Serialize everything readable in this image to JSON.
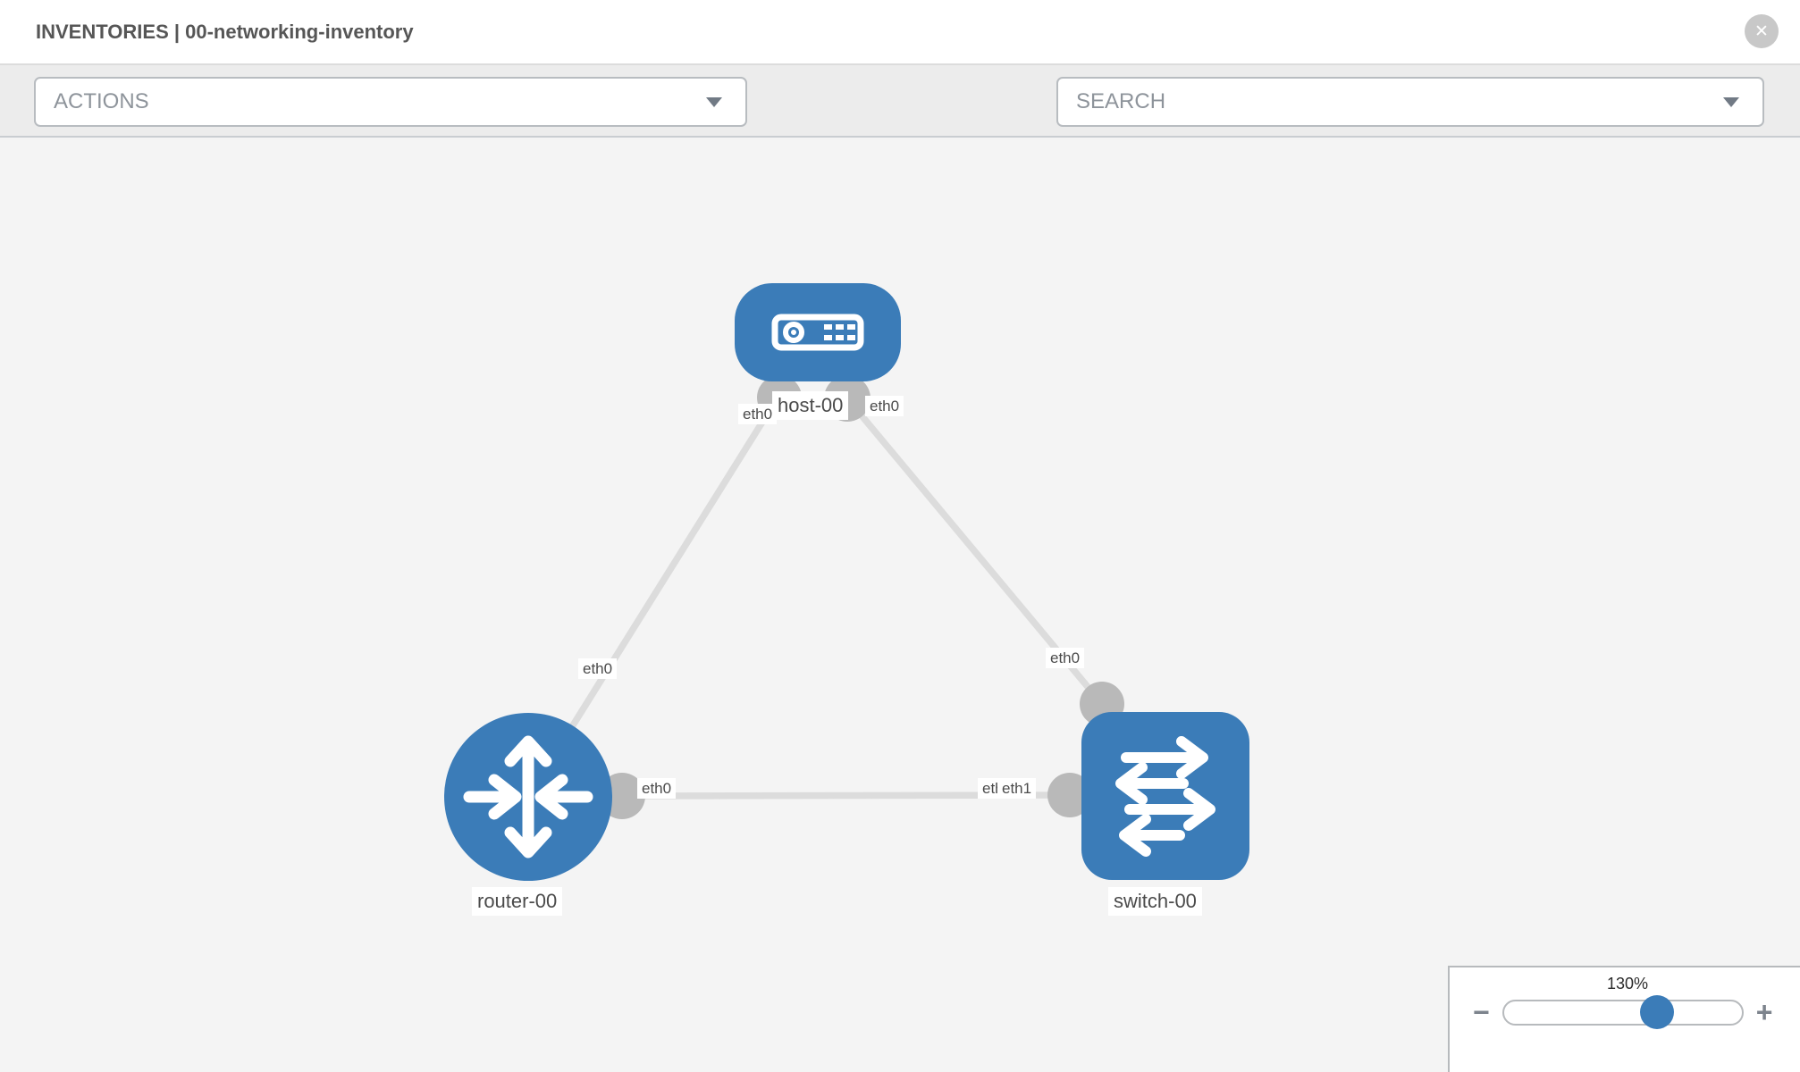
{
  "header": {
    "title": "INVENTORIES | 00-networking-inventory"
  },
  "toolbar": {
    "actions_label": "ACTIONS",
    "search_label": "SEARCH"
  },
  "icons": {
    "close": "✕",
    "dropdown_caret": "triangle-down",
    "wrench": "wrench",
    "key": "key",
    "minus": "−",
    "plus": "+"
  },
  "topology": {
    "nodes": [
      {
        "id": "host-00",
        "label": "host-00",
        "type": "host",
        "shape": "rounded-rect"
      },
      {
        "id": "router-00",
        "label": "router-00",
        "type": "router",
        "shape": "circle"
      },
      {
        "id": "switch-00",
        "label": "switch-00",
        "type": "switch",
        "shape": "rounded-square"
      }
    ],
    "links": [
      {
        "source": "host-00",
        "source_interface": "eth0",
        "target": "router-00",
        "target_interface": "eth0"
      },
      {
        "source": "host-00",
        "source_interface": "eth0",
        "target": "switch-00",
        "target_interface": "eth0"
      },
      {
        "source": "router-00",
        "source_interface": "eth0",
        "target": "switch-00",
        "target_interface": "eth1"
      }
    ],
    "labels": {
      "host": "host-00",
      "router": "router-00",
      "switch": "switch-00",
      "host_if_left": "eth0",
      "host_if_right": "eth0",
      "link_host_router": "eth0",
      "link_host_switch": "eth0",
      "router_if": "eth0",
      "switch_if_back": "eth0",
      "switch_if_front": "eth1"
    },
    "colors": {
      "node_fill": "#3b7cb8",
      "link": "#dcdcdc",
      "interface_dot": "#b9b9b9",
      "canvas_bg": "#f4f4f4",
      "label_text": "#4b4b4b"
    }
  },
  "zoom_control": {
    "level": "130%",
    "slider_position_pct": 58
  }
}
